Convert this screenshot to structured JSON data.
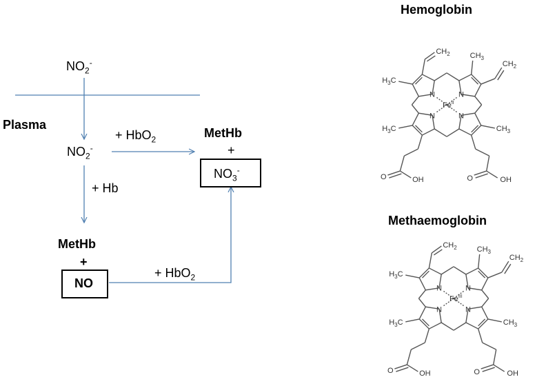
{
  "diagram": {
    "top_nitrite": {
      "base": "NO",
      "sub": "2",
      "sup": "-"
    },
    "plasma_label": "Plasma",
    "mid_nitrite": {
      "base": "NO",
      "sub": "2",
      "sup": "-"
    },
    "hbo2_top": {
      "prefix": "+ HbO",
      "sub": "2"
    },
    "hb_label": "+ Hb",
    "methb_top": "MetHb",
    "plus_top": "+",
    "nitrate": {
      "base": "NO",
      "sub": "3",
      "sup": "-"
    },
    "methb_bottom": "MetHb",
    "plus_bottom": "+",
    "no_box": "NO",
    "hbo2_bottom": {
      "prefix": "+ HbO",
      "sub": "2"
    }
  },
  "structures": {
    "hemoglobin": {
      "title": "Hemoglobin",
      "metal": "Fe",
      "metal_ox": "II",
      "labels": {
        "vinyl_top": "CH2",
        "methyl_tr": "CH3",
        "methyl_l": "H3C",
        "methyl_bl": "H3C",
        "methyl_br": "CH3",
        "nitrogen": "N",
        "acid": "O",
        "hydroxyl": "OH"
      }
    },
    "methaemoglobin": {
      "title": "Methaemoglobin",
      "metal": "Fe",
      "metal_ox": "III",
      "labels": {
        "vinyl_top": "CH2",
        "methyl_tr": "CH3",
        "methyl_l": "H3C",
        "methyl_bl": "H3C",
        "methyl_br": "CH3",
        "nitrogen": "N",
        "acid": "O",
        "hydroxyl": "OH"
      }
    }
  },
  "colors": {
    "arrow": "#4f7fb0",
    "line": "#4f7fb0",
    "structure": "#555555"
  }
}
